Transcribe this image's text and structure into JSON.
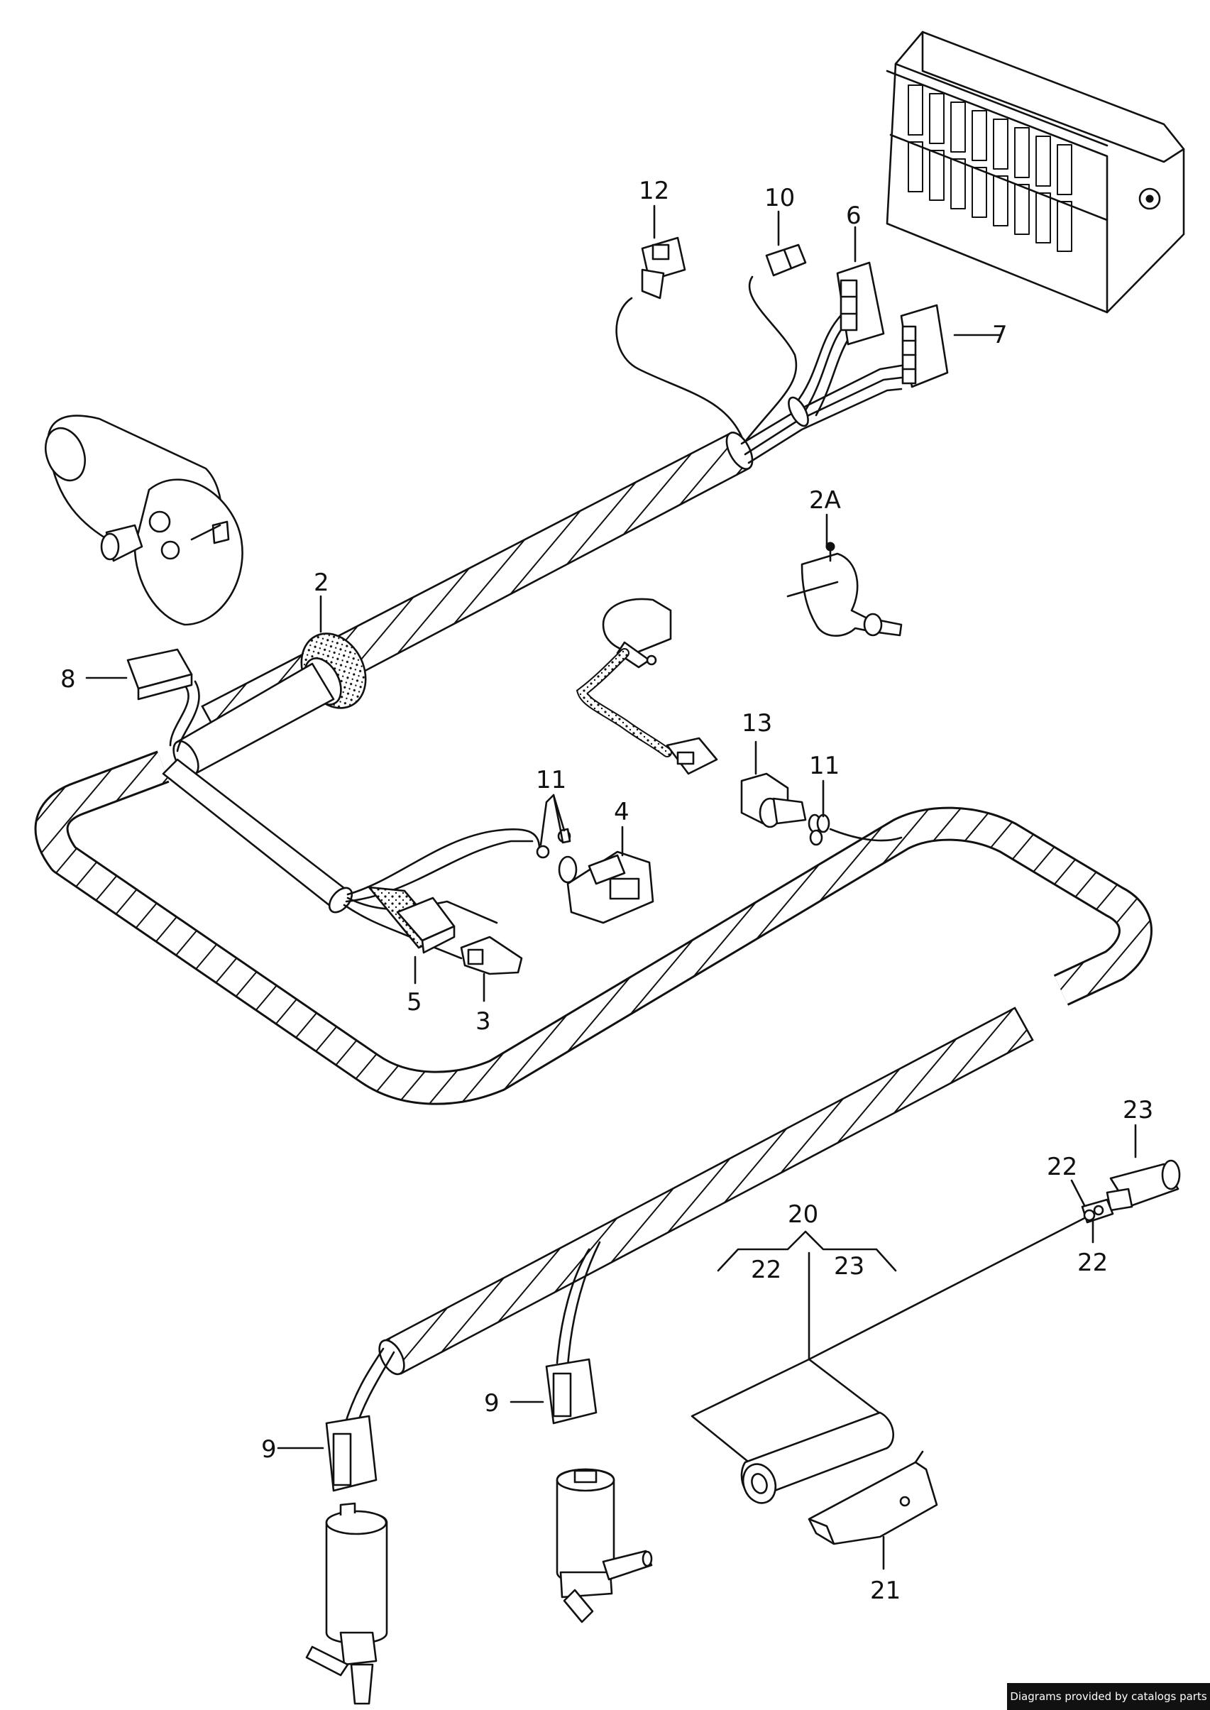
{
  "callouts": {
    "c12": "12",
    "c10": "10",
    "c6": "6",
    "c7": "7",
    "c2A": "2A",
    "c2": "2",
    "c8": "8",
    "c13": "13",
    "c11a": "11",
    "c11b": "11",
    "c4": "4",
    "c5": "5",
    "c3": "3",
    "c23a": "23",
    "c22a": "22",
    "c20": "20",
    "c22b": "22",
    "c23b": "23",
    "c22c": "22",
    "c9a": "9",
    "c9b": "9",
    "c21": "21"
  },
  "footer": {
    "credit": "Diagrams provided by catalogs parts"
  }
}
